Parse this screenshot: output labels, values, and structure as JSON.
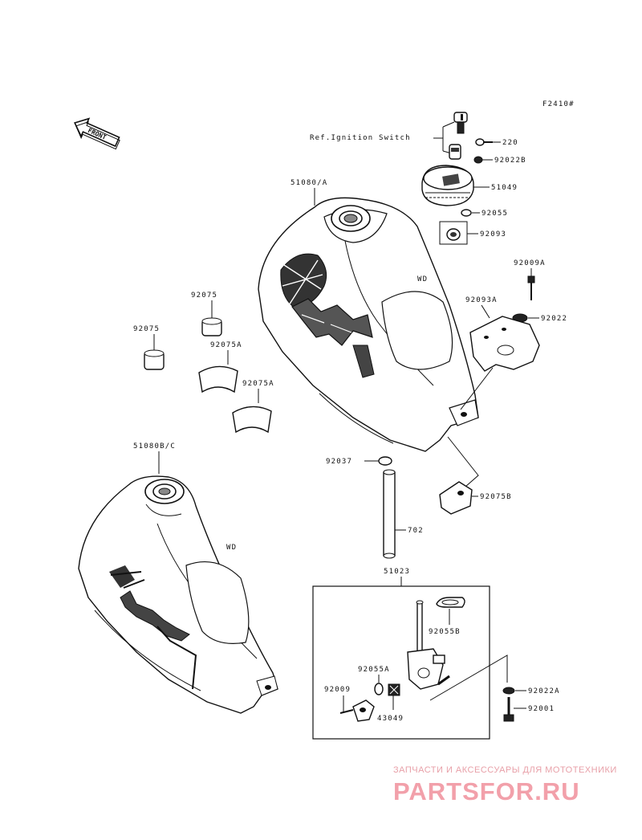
{
  "diagram": {
    "ref_code": "F2410#",
    "front_label": "FRONT",
    "ref_note": "Ref.Ignition Switch",
    "wd_mark": "WD",
    "parts": {
      "p220": "220",
      "p92022B": "92022B",
      "p51049": "51049",
      "p92055": "92055",
      "p92093": "92093",
      "p51080A": "51080/A",
      "p92009A": "92009A",
      "p92093A": "92093A",
      "p92022": "92022",
      "p92075a": "92075",
      "p92075b": "92075",
      "p92075A1": "92075A",
      "p92075A2": "92075A",
      "p51080BC": "51080B/C",
      "p92037": "92037",
      "p702": "702",
      "p92075B": "92075B",
      "p51023": "51023",
      "p92055B": "92055B",
      "p92055A": "92055A",
      "p92009": "92009",
      "p43049": "43049",
      "p92022A": "92022A",
      "p92001": "92001"
    }
  },
  "watermark": {
    "tagline": "ЗАПЧАСТИ И АКСЕССУАРЫ ДЛЯ МОТОТЕХНИКИ",
    "brand": "PARTSFOR.RU"
  },
  "colors": {
    "line": "#111111",
    "watermark": "#f2a0aa"
  }
}
